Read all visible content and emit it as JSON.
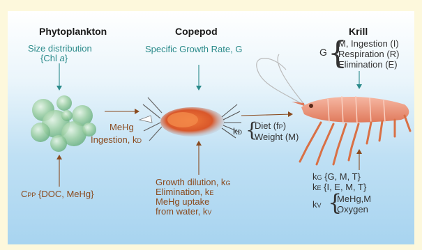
{
  "headings": {
    "phytoplankton": "Phytoplankton",
    "copepod": "Copepod",
    "krill": "Krill"
  },
  "phyto": {
    "top_line1": "Size distribution",
    "top_line2_prefix": "{Chl ",
    "top_line2_italic": "a",
    "top_line2_suffix": "}",
    "bottom_c": "C",
    "bottom_sub": "PP",
    "bottom_rest": " {DOC, MeHg}"
  },
  "transfer1": {
    "line1": "MeHg",
    "line2": "Ingestion, k",
    "line2_sub": "D"
  },
  "copepod": {
    "top": "Specific Growth Rate, G",
    "bottom": [
      {
        "text": "Growth dilution, k",
        "sub": "G"
      },
      {
        "text": "Elimination, k",
        "sub": "E"
      },
      {
        "text": "MeHg uptake",
        "sub": ""
      },
      {
        "text": "from water, k",
        "sub": "V"
      }
    ]
  },
  "transfer2": {
    "k": "k",
    "k_sub": "D",
    "line1": "Diet (f",
    "line1_sub": "P",
    "line1_end": ")",
    "line2": "Weight (M)"
  },
  "krill": {
    "g_label": "G",
    "g_items": [
      "M, Ingestion (I)",
      "Respiration (R)",
      "Elimination (E)"
    ],
    "kg": {
      "k": "k",
      "sub": "G",
      "rest": " {G, M, T}"
    },
    "ke": {
      "k": "k",
      "sub": "E",
      "rest": " {I, E, M, T}"
    },
    "kv": {
      "k": "k",
      "sub": "V"
    },
    "kv_items": [
      "MeHg,M",
      "Oxygen"
    ]
  },
  "colors": {
    "teal": "#2a8a8a",
    "brown": "#8a4a1e",
    "background_outer": "#fdf8dc",
    "water_light": "#eaf5fb",
    "water_deep": "#a8d4f0"
  }
}
